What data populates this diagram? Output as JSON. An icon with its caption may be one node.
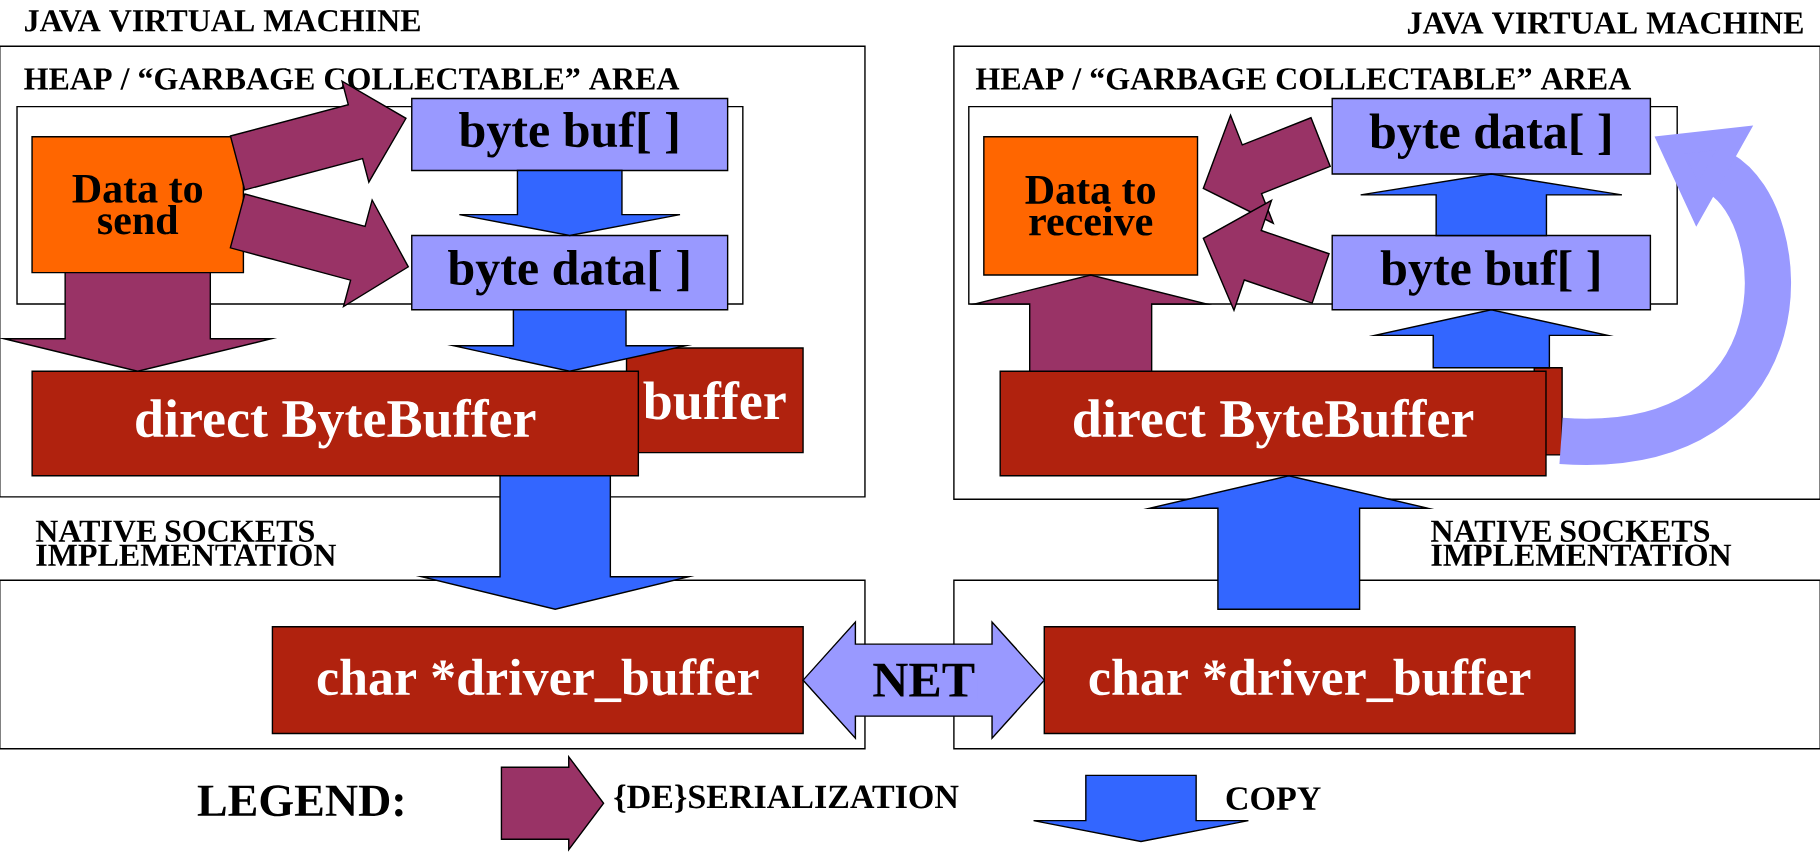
{
  "diagram": {
    "nodes": [
      {
        "text": [
          "JAVA VIRTUAL MACHINE",
          "HEAP / “GARBAGE COLLECTABLE” AREA"
        ]
      },
      {
        "text": [],
        "shape": "box",
        "in": 0
      },
      {
        "text": [
          "Data to send"
        ],
        "in": 1
      },
      {
        "text": [
          "byte buf[ ]"
        ],
        "in": 0
      },
      {
        "text": [
          "byte data[ ]"
        ],
        "in": 0
      },
      {
        "text": [
          "buffer"
        ],
        "in": 0
      },
      {
        "text": [
          "direct ByteBuffer"
        ],
        "in": 0
      },
      {
        "text": [
          "NATIVE SOCKETS IMPLEMENTATION"
        ]
      },
      {
        "text": [
          "char *driver_buffer"
        ],
        "in": 7
      },
      {
        "text": [
          "JAVA VIRTUAL MACHINE",
          "HEAP / “GARBAGE COLLECTABLE” AREA"
        ]
      },
      {
        "text": [],
        "shape": "box",
        "in": 9
      },
      {
        "text": [
          "Data to receive"
        ],
        "in": 10
      },
      {
        "text": [
          "byte data[ ]"
        ],
        "in": 9
      },
      {
        "text": [
          "byte buf[ ]"
        ],
        "in": 9
      },
      {
        "text": [],
        "shape": "box",
        "in": 9
      },
      {
        "text": [
          "direct ByteBuffer"
        ],
        "in": 9
      },
      {
        "text": [
          "NATIVE SOCKETS IMPLEMENTATION"
        ]
      },
      {
        "text": [
          "char *driver_buffer"
        ],
        "in": 16
      }
    ],
    "edges": [
      {
        "from": 2,
        "to": 3,
        "arrow": "to",
        "color": "#993366"
      },
      {
        "from": 2,
        "to": 4,
        "arrow": "to",
        "color": "#993366"
      },
      {
        "from": 3,
        "to": 4,
        "arrow": "to",
        "color": "#3366ff"
      },
      {
        "from": 2,
        "to": 6,
        "arrow": "to",
        "color": "#993366"
      },
      {
        "from": 4,
        "to": 6,
        "arrow": "to",
        "color": "#3366ff"
      },
      {
        "from": 6,
        "to": 8,
        "arrow": "to",
        "color": "#3366ff"
      },
      {
        "from": 8,
        "to": 17,
        "arrow": "both",
        "label": "NET",
        "color": "#9999ff"
      },
      {
        "from": 17,
        "to": 15,
        "arrow": "to",
        "color": "#3366ff"
      },
      {
        "from": 15,
        "to": 11,
        "arrow": "to",
        "color": "#993366"
      },
      {
        "from": 15,
        "to": 13,
        "arrow": "to",
        "color": "#3366ff"
      },
      {
        "from": 13,
        "to": 12,
        "arrow": "to",
        "color": "#3366ff"
      },
      {
        "from": 12,
        "to": 11,
        "arrow": "to",
        "color": "#993366"
      },
      {
        "from": 13,
        "to": 11,
        "arrow": "to",
        "color": "#993366"
      },
      {
        "from": 15,
        "to": 12,
        "arrow": "to",
        "color": "#9999ff"
      }
    ],
    "labels": [
      "LEGEND:"
    ],
    "legend": [
      {
        "text": "{DE}SERIALIZATION",
        "color": "#993366"
      },
      {
        "text": "COPY",
        "color": "#3366ff"
      }
    ]
  }
}
